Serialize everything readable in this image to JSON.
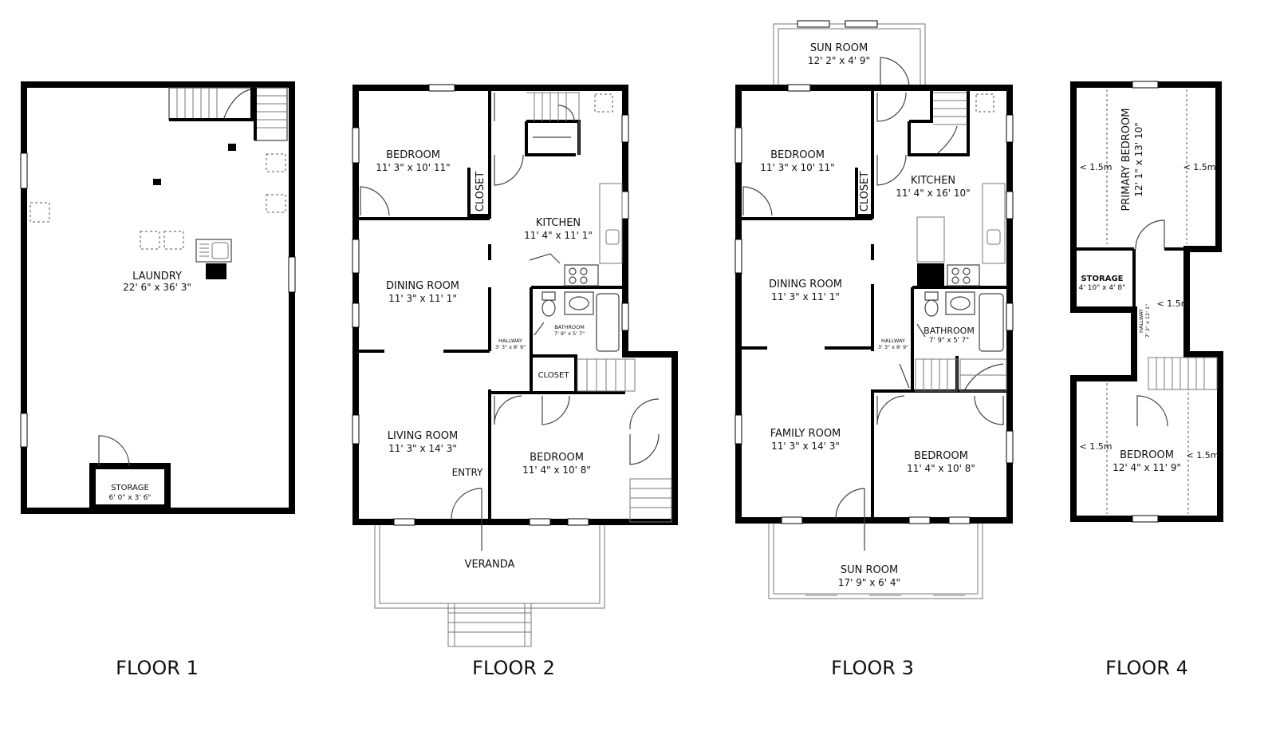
{
  "floors": [
    {
      "label": "FLOOR 1",
      "rooms": [
        {
          "name": "LAUNDRY",
          "dims": "22' 6\" x 36' 3\""
        },
        {
          "name": "STORAGE",
          "dims": "6' 0\" x 3' 6\""
        }
      ]
    },
    {
      "label": "FLOOR 2",
      "rooms": [
        {
          "name": "BEDROOM",
          "dims": "11' 3\" x 10' 11\""
        },
        {
          "name": "CLOSET"
        },
        {
          "name": "KITCHEN",
          "dims": "11' 4\" x 11' 1\""
        },
        {
          "name": "DINING ROOM",
          "dims": "11' 3\" x 11' 1\""
        },
        {
          "name": "HALLWAY",
          "dims": "3' 3\" x 8' 9\""
        },
        {
          "name": "BATHROOM",
          "dims": "7' 9\" x 5' 7\""
        },
        {
          "name": "CLOSET"
        },
        {
          "name": "LIVING ROOM",
          "dims": "11' 3\" x 14' 3\""
        },
        {
          "name": "BEDROOM",
          "dims": "11' 4\" x 10' 8\""
        },
        {
          "name": "ENTRY"
        },
        {
          "name": "VERANDA"
        }
      ]
    },
    {
      "label": "FLOOR 3",
      "rooms": [
        {
          "name": "SUN ROOM",
          "dims": "12' 2\" x 4' 9\""
        },
        {
          "name": "BEDROOM",
          "dims": "11' 3\" x 10' 11\""
        },
        {
          "name": "CLOSET"
        },
        {
          "name": "KITCHEN",
          "dims": "11' 4\" x 16' 10\""
        },
        {
          "name": "DINING ROOM",
          "dims": "11' 3\" x 11' 1\""
        },
        {
          "name": "HALLWAY",
          "dims": "3' 3\" x 8' 9\""
        },
        {
          "name": "BATHROOM",
          "dims": "7' 9\" x 5' 7\""
        },
        {
          "name": "FAMILY ROOM",
          "dims": "11' 3\" x 14' 3\""
        },
        {
          "name": "BEDROOM",
          "dims": "11' 4\" x 10' 8\""
        },
        {
          "name": "SUN ROOM",
          "dims": "17' 9\" x 6' 4\""
        }
      ]
    },
    {
      "label": "FLOOR 4",
      "rooms": [
        {
          "name": "PRIMARY BEDROOM",
          "dims": "12' 1\" x 13' 10\""
        },
        {
          "name": "STORAGE",
          "dims": "4' 10\" x 4' 8\""
        },
        {
          "name": "HALLWAY",
          "dims": "7' 2\" x 12' 1\""
        },
        {
          "name": "BEDROOM",
          "dims": "12' 4\" x 11' 9\""
        }
      ],
      "ceiling_marks": [
        "< 1.5m",
        "< 1.5m",
        "< 1.5m",
        "< 1.5m",
        "< 1.5m"
      ]
    }
  ]
}
